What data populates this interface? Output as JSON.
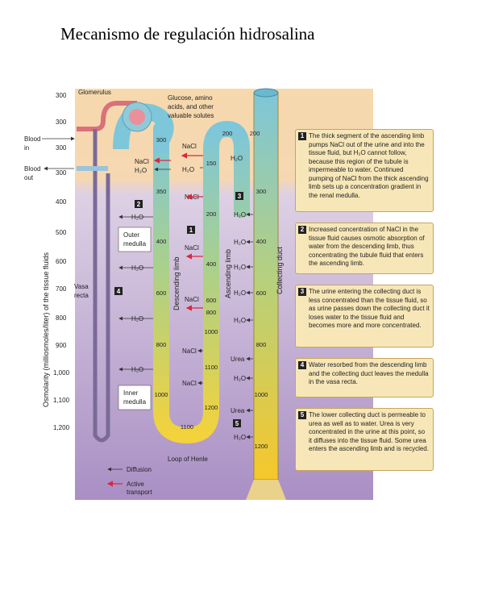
{
  "title": "Mecanismo de regulación hidrosalina",
  "labels": {
    "glomerulus": "Glomerulus",
    "glucose": "Glucose, amino",
    "glucose2": "acids, and other",
    "glucose3": "valuable solutes",
    "blood_in": "Blood",
    "blood_in2": "in",
    "blood_out": "Blood",
    "blood_out2": "out",
    "outer_medulla": "Outer",
    "outer_medulla2": "medulla",
    "inner_medulla": "Inner",
    "inner_medulla2": "medulla",
    "vasa_recta": "Vasa",
    "vasa_recta2": "recta",
    "descending_limb": "Descending limb",
    "ascending_limb": "Ascending limb",
    "collecting_duct": "Collecting duct",
    "loop_of_henle": "Loop of Henle",
    "y_axis": "Osmolarity (milliosmoles/liter) of the tissue fluids",
    "legend_diffusion": "Diffusion",
    "legend_active": "Active",
    "legend_active2": "transport",
    "nacl": "NaCl",
    "h2o": "H₂O",
    "urea": "Urea"
  },
  "osmolarity_ticks": [
    "300",
    "300",
    "300",
    "300",
    "400",
    "500",
    "600",
    "700",
    "800",
    "900",
    "1,000",
    "1,100",
    "1,200"
  ],
  "desc_values": [
    "300",
    "350",
    "400",
    "600",
    "800",
    "1000",
    "1100"
  ],
  "asc_values": [
    "200",
    "150",
    "200",
    "400",
    "600",
    "800",
    "1000",
    "1100",
    "1200"
  ],
  "duct_values": [
    "200",
    "300",
    "400",
    "600",
    "800",
    "1000",
    "1200"
  ],
  "markers": [
    "1",
    "2",
    "3",
    "4",
    "5"
  ],
  "notes": [
    {
      "num": "1",
      "text": "The thick segment of the ascending limb pumps NaCl out of the urine and into the tissue fluid, but H₂O cannot follow, because this region of the tubule is impermeable to water. Continued pumping of NaCl from the thick ascending limb sets up a concentration gradient in the renal medulla."
    },
    {
      "num": "2",
      "text": "Increased concentration of NaCl in the tissue fluid causes osmotic absorption of water from the descending limb, thus concentrating the tubule fluid that enters the ascending limb."
    },
    {
      "num": "3",
      "text": "The urine entering the collecting duct is less concentrated than the tissue fluid, so as urine passes down the collecting duct it loses water to the tissue fluid and becomes more and more concentrated."
    },
    {
      "num": "4",
      "text": "Water resorbed from the descending limb and the collecting duct leaves the medulla in the vasa recta."
    },
    {
      "num": "5",
      "text": "The lower collecting duct is permeable to urea as well as to water. Urea is very concentrated in the urine at this point, so it diffuses into the tissue fluid. Some urea enters the ascending limb and is recycled."
    }
  ],
  "colors": {
    "cortex": "#f6d9b3",
    "medulla": "#c9b3d6",
    "tubule_top": "#7fc6d9",
    "tubule_bottom": "#f2d33a",
    "active_arrow": "#d8283e",
    "vasa": "#d9717a"
  }
}
